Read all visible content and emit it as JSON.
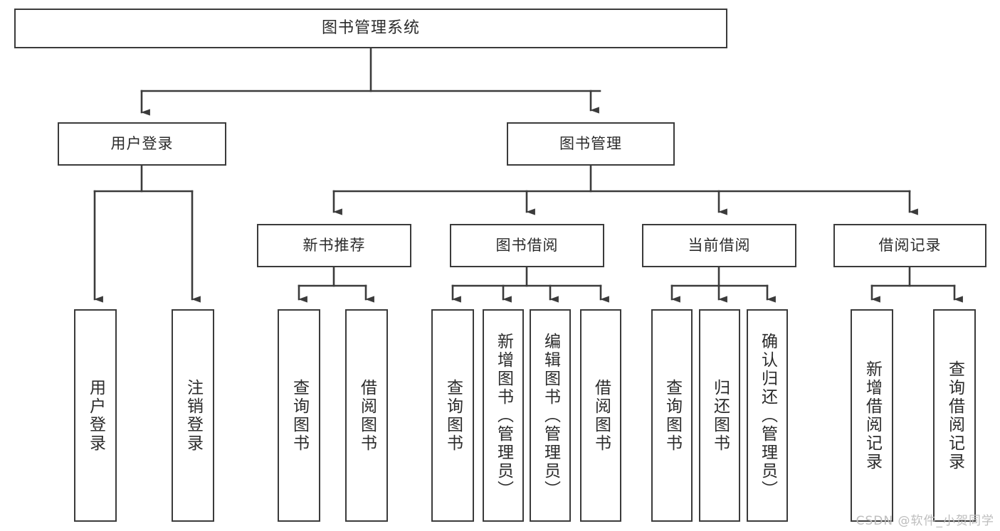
{
  "diagram": {
    "title": "图书管理系统",
    "type": "tree",
    "style": {
      "box_fill": "#ffffff",
      "box_border": "#3b3b3b",
      "line_color": "#3b3b3b",
      "text_color": "#2b2b2b",
      "watermark_color": "#bdbdbd"
    },
    "root": {
      "label": "图书管理系统"
    },
    "level2": [
      {
        "label": "用户登录"
      },
      {
        "label": "图书管理"
      }
    ],
    "level3": [
      {
        "label": "新书推荐"
      },
      {
        "label": "图书借阅"
      },
      {
        "label": "当前借阅"
      },
      {
        "label": "借阅记录"
      }
    ],
    "leaves": {
      "user_login": [
        {
          "label": "用户登录"
        },
        {
          "label": "注销登录"
        }
      ],
      "new_book_recommend": [
        {
          "label": "查询图书"
        },
        {
          "label": "借阅图书"
        }
      ],
      "book_borrow": [
        {
          "label": "查询图书"
        },
        {
          "label": "新增图书（管理员）"
        },
        {
          "label": "编辑图书（管理员）"
        },
        {
          "label": "借阅图书"
        }
      ],
      "current_borrow": [
        {
          "label": "查询图书"
        },
        {
          "label": "归还图书"
        },
        {
          "label": "确认归还（管理员）"
        }
      ],
      "borrow_record": [
        {
          "label": "新增借阅记录"
        },
        {
          "label": "查询借阅记录"
        }
      ]
    }
  },
  "watermark": {
    "text": "CSDN @软件_小贺同学"
  }
}
